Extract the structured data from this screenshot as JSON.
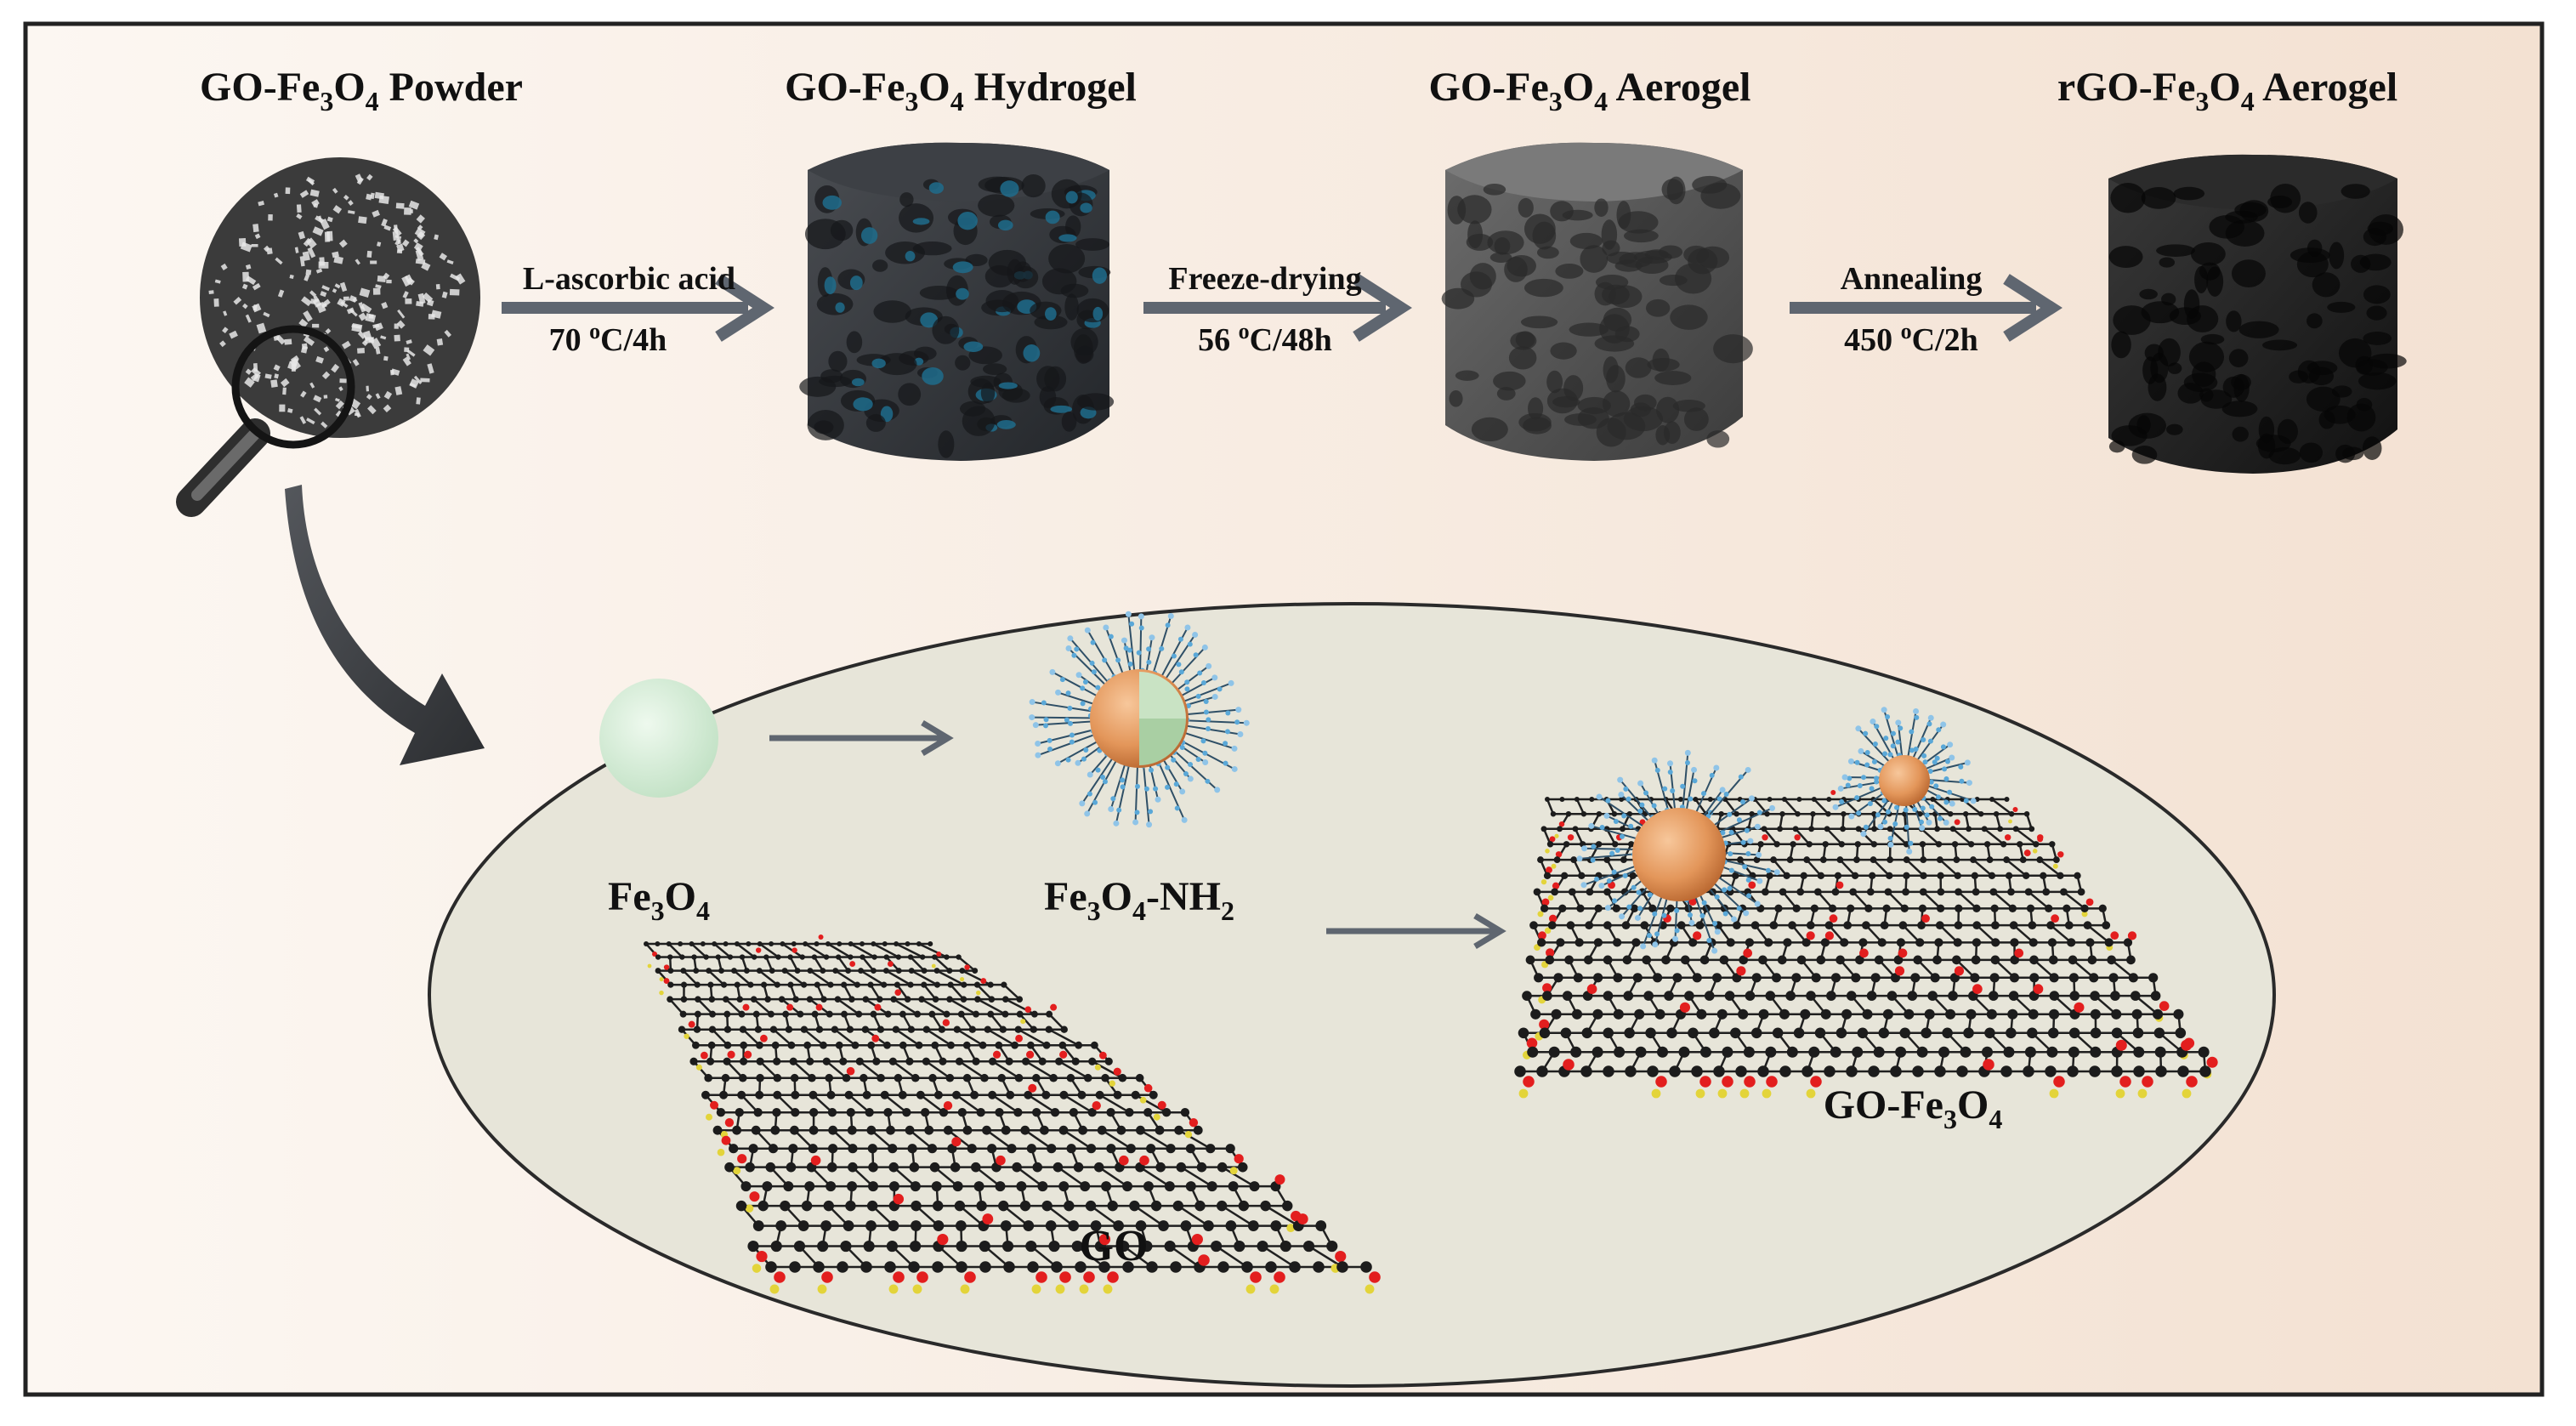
{
  "stages": [
    {
      "base": "GO-Fe",
      "sub1": "3",
      "mid": "O",
      "sub2": "4",
      "rest": " Powder"
    },
    {
      "base": "GO-Fe",
      "sub1": "3",
      "mid": "O",
      "sub2": "4",
      "rest": " Hydrogel"
    },
    {
      "base": "GO-Fe",
      "sub1": "3",
      "mid": "O",
      "sub2": "4",
      "rest": "  Aerogel"
    },
    {
      "base": "rGO-Fe",
      "sub1": "3",
      "mid": "O",
      "sub2": "4",
      "rest": "  Aerogel"
    }
  ],
  "steps": [
    {
      "label": "L-ascorbic acid",
      "cond_num": "70 ",
      "cond_sup": "o",
      "cond_rest": "C/4h"
    },
    {
      "label": "Freeze-drying",
      "cond_num": "56 ",
      "cond_sup": "o",
      "cond_rest": "C/48h"
    },
    {
      "label": "Annealing",
      "cond_num": "450 ",
      "cond_sup": "o",
      "cond_rest": "C/2h"
    }
  ],
  "molecules": {
    "fe3o4": {
      "base": "Fe",
      "sub1": "3",
      "mid": "O",
      "sub2": "4"
    },
    "fe3o4_nh2": {
      "base": "Fe",
      "sub1": "3",
      "mid": "O",
      "sub2": "4",
      "rest": "-NH",
      "sub3": "2"
    },
    "go": "GO",
    "go_fe3o4": {
      "base": "GO-Fe",
      "sub1": "3",
      "mid": "O",
      "sub2": "4"
    }
  },
  "colors": {
    "background_left": "#fbf6f1",
    "background_right": "#f4e3d6",
    "arrow": "#5f6670",
    "ellipse_fill": "#e7e5d9",
    "fe3o4_sphere": "#cfe9d1",
    "copper": "#e39a5e",
    "hydrogel_dots": "#1f6c8c",
    "carbon": "#1c1c1c",
    "oxygen": "#e31e1e",
    "hydrogen": "#e3d43a",
    "ligand": "#5aa8d8"
  }
}
